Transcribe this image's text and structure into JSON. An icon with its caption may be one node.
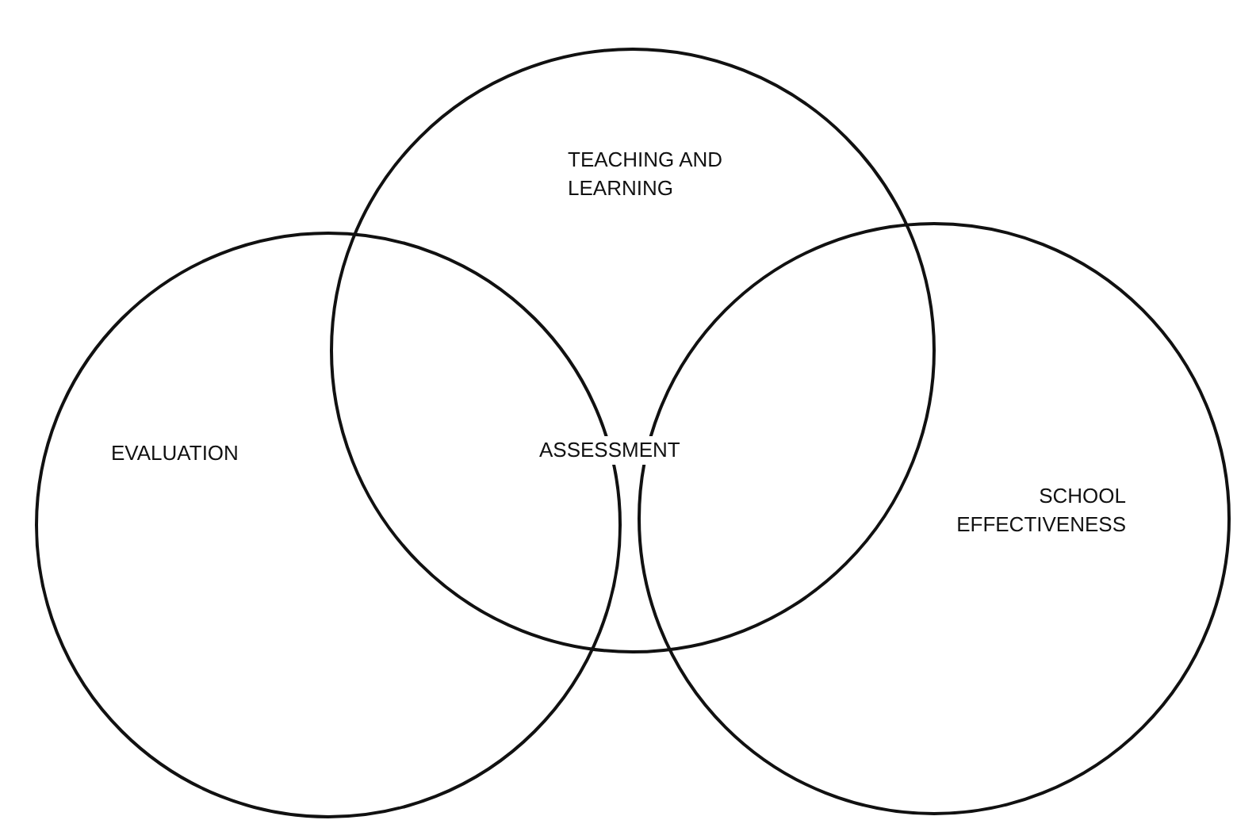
{
  "diagram": {
    "nodes": [
      {
        "text": [
          "TEACHING AND LEARNING"
        ]
      },
      {
        "text": [
          "EVALUATION"
        ]
      },
      {
        "text": [
          "SCHOOL EFFECTIVENESS"
        ]
      }
    ],
    "edges": [],
    "labels": [
      "ASSESSMENT"
    ]
  }
}
